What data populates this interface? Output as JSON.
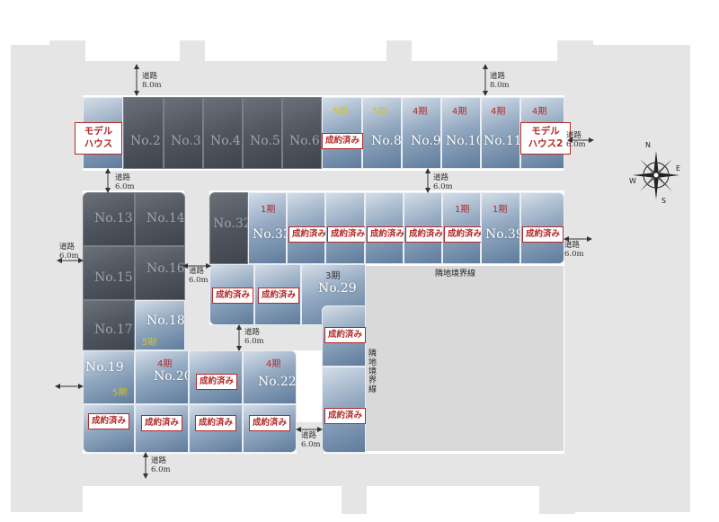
{
  "model_houses": [
    {
      "id": "model-1",
      "line1": "モデル",
      "line2": "ハウス"
    },
    {
      "id": "model-2",
      "line1": "モデル",
      "line2": "ハウス2"
    }
  ],
  "lots": {
    "no2": "No.2",
    "no3": "No.3",
    "no4": "No.4",
    "no5": "No.5",
    "no6": "No.6",
    "no8": "No.8",
    "no9": "No.9",
    "no10": "No.10",
    "no11": "No.11",
    "no13": "No.13",
    "no14": "No.14",
    "no15": "No.15",
    "no16": "No.16",
    "no17": "No.17",
    "no18": "No.18",
    "no19": "No.19",
    "no20": "No.20",
    "no22": "No.22",
    "no29": "No.29",
    "no32": "No.32",
    "no33": "No.33",
    "no39": "No.39"
  },
  "status": {
    "sold": "成約済み"
  },
  "phases": {
    "p1": "1期",
    "p3": "3期",
    "p4": "4期",
    "p5": "5期"
  },
  "roads": {
    "label": "道路",
    "w8": "8.0m",
    "w6": "6.0m"
  },
  "boundary": {
    "label": "隣地境界線"
  },
  "compass": {
    "n": "N",
    "s": "S",
    "e": "E",
    "w": "W"
  },
  "colors": {
    "lot": "#7f98b6",
    "sold_border": "#b22a2a",
    "phase_red": "#b22a2a",
    "phase_yellow": "#d6c21a",
    "dark_lot": "#4d535c"
  }
}
